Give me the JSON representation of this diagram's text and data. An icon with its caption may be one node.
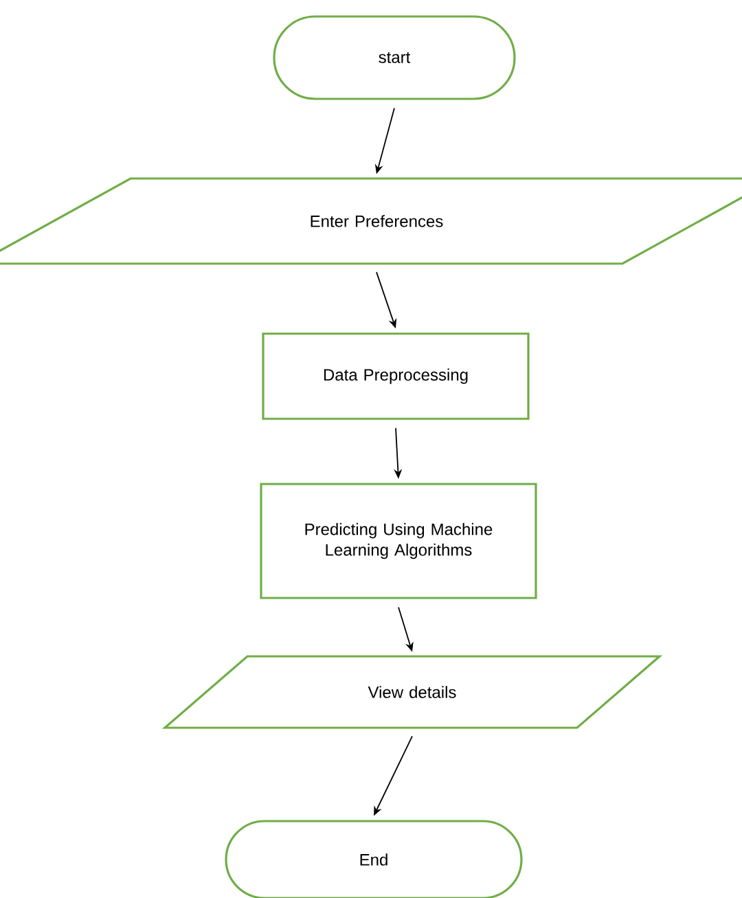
{
  "diagram": {
    "nodes": [
      {
        "text": [
          "start"
        ]
      },
      {
        "text": [
          "Enter Preferences"
        ]
      },
      {
        "text": [
          "Data Preprocessing"
        ]
      },
      {
        "text": [
          "Predicting Using Machine Learning Algorithms"
        ]
      },
      {
        "text": [
          "View details"
        ]
      },
      {
        "text": [
          "End"
        ]
      }
    ],
    "edges": [
      {
        "from": 0,
        "to": 1,
        "arrow": "to"
      },
      {
        "from": 1,
        "to": 2,
        "arrow": "to"
      },
      {
        "from": 2,
        "to": 3,
        "arrow": "to"
      },
      {
        "from": 3,
        "to": 4,
        "arrow": "to"
      },
      {
        "from": 4,
        "to": 5,
        "arrow": "to"
      }
    ]
  }
}
